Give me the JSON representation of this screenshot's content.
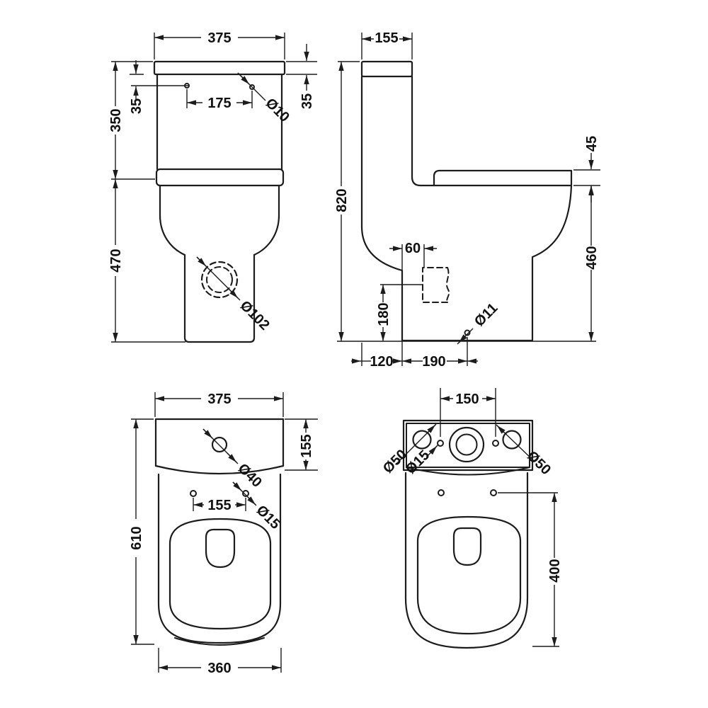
{
  "front_view": {
    "dims": {
      "overall_width": "375",
      "lid_height": "35",
      "cistern_height": "350",
      "base_height": "470",
      "hole_drop": "35",
      "hole_spacing": "175",
      "hole_diameter": "Ø10",
      "outlet_diameter": "Ø102"
    }
  },
  "side_view": {
    "dims": {
      "cistern_depth": "155",
      "overall_height": "820",
      "seat_thickness": "45",
      "rim_height": "460",
      "outlet_offset": "60",
      "outlet_height": "180",
      "fixing_hole_diameter": "Ø11",
      "back_to_pedestal": "120",
      "pedestal_to_fixing": "190"
    }
  },
  "plan_view": {
    "dims": {
      "overall_width": "375",
      "cistern_depth": "155",
      "overall_depth": "610",
      "hinge_hole_spacing": "155",
      "flush_hole_diameter": "Ø40",
      "hinge_hole_diameter": "Ø15",
      "base_width": "360"
    }
  },
  "top_view": {
    "dims": {
      "fitting_spacing": "150",
      "left_inlet_diameter": "Ø50",
      "overflow_diameter": "Ø15",
      "right_inlet_diameter": "Ø50",
      "bowl_depth": "400"
    }
  }
}
